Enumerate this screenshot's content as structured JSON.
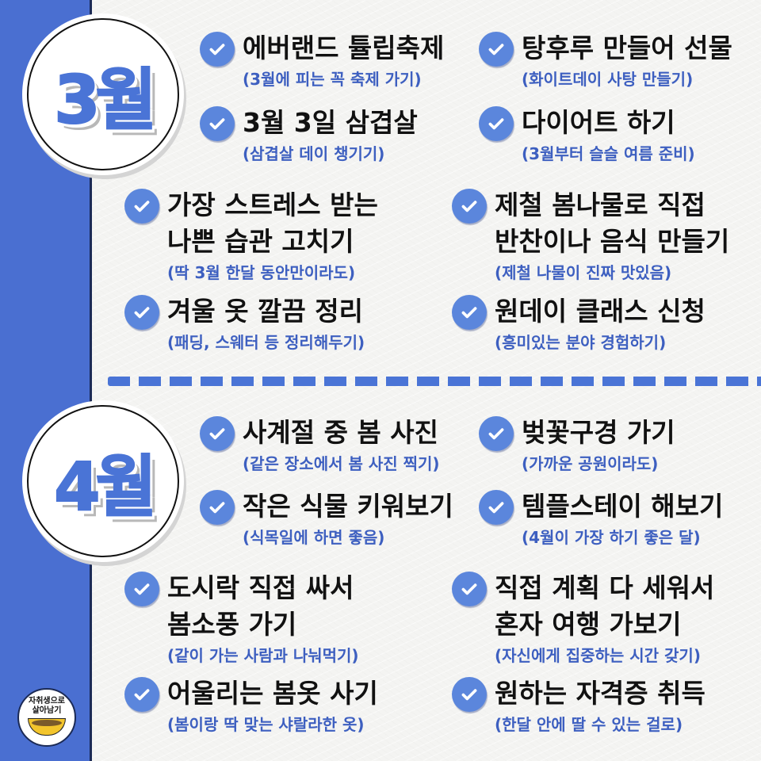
{
  "colors": {
    "sidebar": "#4a6fd1",
    "accent": "#4a74d6",
    "check": "#5b86dc",
    "subtext": "#3d5fc0",
    "title": "#111111"
  },
  "march": {
    "badge": "3월",
    "items": [
      {
        "title": [
          "에버랜드 튤립축제"
        ],
        "sub": "(3월에 피는 꼭 축제 가기)",
        "icon": "check-circle-icon"
      },
      {
        "title": [
          "탕후루 만들어 선물"
        ],
        "sub": "(화이트데이 사탕 만들기)",
        "icon": "check-circle-icon"
      },
      {
        "title": [
          "3월 3일 삼겹살"
        ],
        "sub": "(삼겹살 데이 챙기기)",
        "icon": "check-circle-icon"
      },
      {
        "title": [
          "다이어트 하기"
        ],
        "sub": "(3월부터 슬슬 여름 준비)",
        "icon": "check-circle-icon"
      },
      {
        "title": [
          "가장 스트레스 받는",
          "나쁜 습관 고치기"
        ],
        "sub": "(딱 3월 한달 동안만이라도)",
        "icon": "check-circle-icon"
      },
      {
        "title": [
          "제철 봄나물로 직접",
          "반찬이나 음식 만들기"
        ],
        "sub": "(제철 나물이 진짜 맛있음)",
        "icon": "check-circle-icon"
      },
      {
        "title": [
          "겨울 옷 깔끔 정리"
        ],
        "sub": "(패딩, 스웨터 등 정리해두기)",
        "icon": "check-circle-icon"
      },
      {
        "title": [
          "원데이 클래스 신청"
        ],
        "sub": "(흥미있는 분야 경험하기)",
        "icon": "check-circle-icon"
      }
    ]
  },
  "april": {
    "badge": "4월",
    "items": [
      {
        "title": [
          "사계절 중 봄 사진"
        ],
        "sub": "(같은 장소에서 봄 사진 찍기)",
        "icon": "check-circle-icon"
      },
      {
        "title": [
          "벚꽃구경 가기"
        ],
        "sub": "(가까운 공원이라도)",
        "icon": "check-circle-icon"
      },
      {
        "title": [
          "작은 식물 키워보기"
        ],
        "sub": "(식목일에 하면 좋음)",
        "icon": "check-circle-icon"
      },
      {
        "title": [
          "템플스테이 해보기"
        ],
        "sub": "(4월이 가장 하기 좋은 달)",
        "icon": "check-circle-icon"
      },
      {
        "title": [
          "도시락 직접 싸서",
          "봄소풍 가기"
        ],
        "sub": "(같이 가는 사람과 나눠먹기)",
        "icon": "check-circle-icon"
      },
      {
        "title": [
          "직접 계획 다 세워서",
          "혼자 여행 가보기"
        ],
        "sub": "(자신에게 집중하는 시간 갖기)",
        "icon": "check-circle-icon"
      },
      {
        "title": [
          "어울리는 봄옷 사기"
        ],
        "sub": "(봄이랑 딱 맞는 샤랄라한 옷)",
        "icon": "check-circle-icon"
      },
      {
        "title": [
          "원하는 자격증 취득"
        ],
        "sub": "(한달 안에 딸 수 있는 걸로)",
        "icon": "check-circle-icon"
      }
    ]
  },
  "logo": {
    "line1": "자취생으로",
    "line2": "살아남기",
    "icon": "noodle-bowl-icon"
  }
}
